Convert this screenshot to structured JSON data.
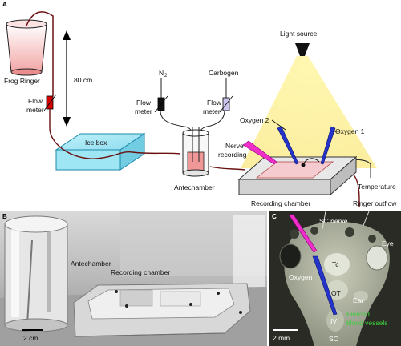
{
  "panel_a": {
    "letter": "A",
    "labels": {
      "frog_ringer": "Frog Ringer",
      "flow_meter_word": "Flow",
      "flow_meter_word2": "meter",
      "height": "80 cm",
      "ice_box": "Ice box",
      "n2": "N",
      "n2_sub": "2",
      "carbogen": "Carbogen",
      "antechamber": "Antechamber",
      "light_source": "Light source",
      "oxygen2": "Oxygen 2",
      "oxygen1": "Oxygen 1",
      "nerve": "Nerve",
      "recording": "recording",
      "recording_chamber": "Recording chamber",
      "temperature": "Temperature",
      "ringer_outflow": "Ringer outflow"
    }
  },
  "panel_b": {
    "letter": "B",
    "labels": {
      "antechamber": "Antechamber",
      "recording_chamber": "Recording chamber",
      "scale": "2 cm"
    }
  },
  "panel_c": {
    "letter": "C",
    "labels": {
      "sc_nerve": "SC nerve",
      "eye": "Eye",
      "tc": "Tc",
      "oxygen": "Oxygen",
      "ot": "OT",
      "ear": "Ear",
      "iv": "IV",
      "sc": "SC",
      "vessels_1": "Pierced",
      "vessels_2": "blood vessels",
      "scale": "2 mm"
    }
  }
}
